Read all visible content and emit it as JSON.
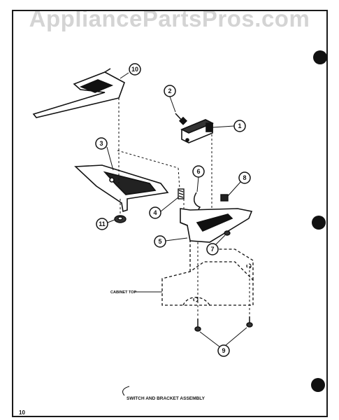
{
  "watermark": "AppliancePartsPros.com",
  "diagram": {
    "title": "SWITCH AND BRACKET ASSEMBLY",
    "page_number": "10",
    "cabinet_label": "CABINET TOP",
    "callouts": [
      "1",
      "2",
      "3",
      "4",
      "5",
      "6",
      "7",
      "8",
      "9",
      "10",
      "11"
    ]
  },
  "colors": {
    "ink": "#111111",
    "border": "#1a1a1a",
    "watermark": "#d4d4d4"
  }
}
